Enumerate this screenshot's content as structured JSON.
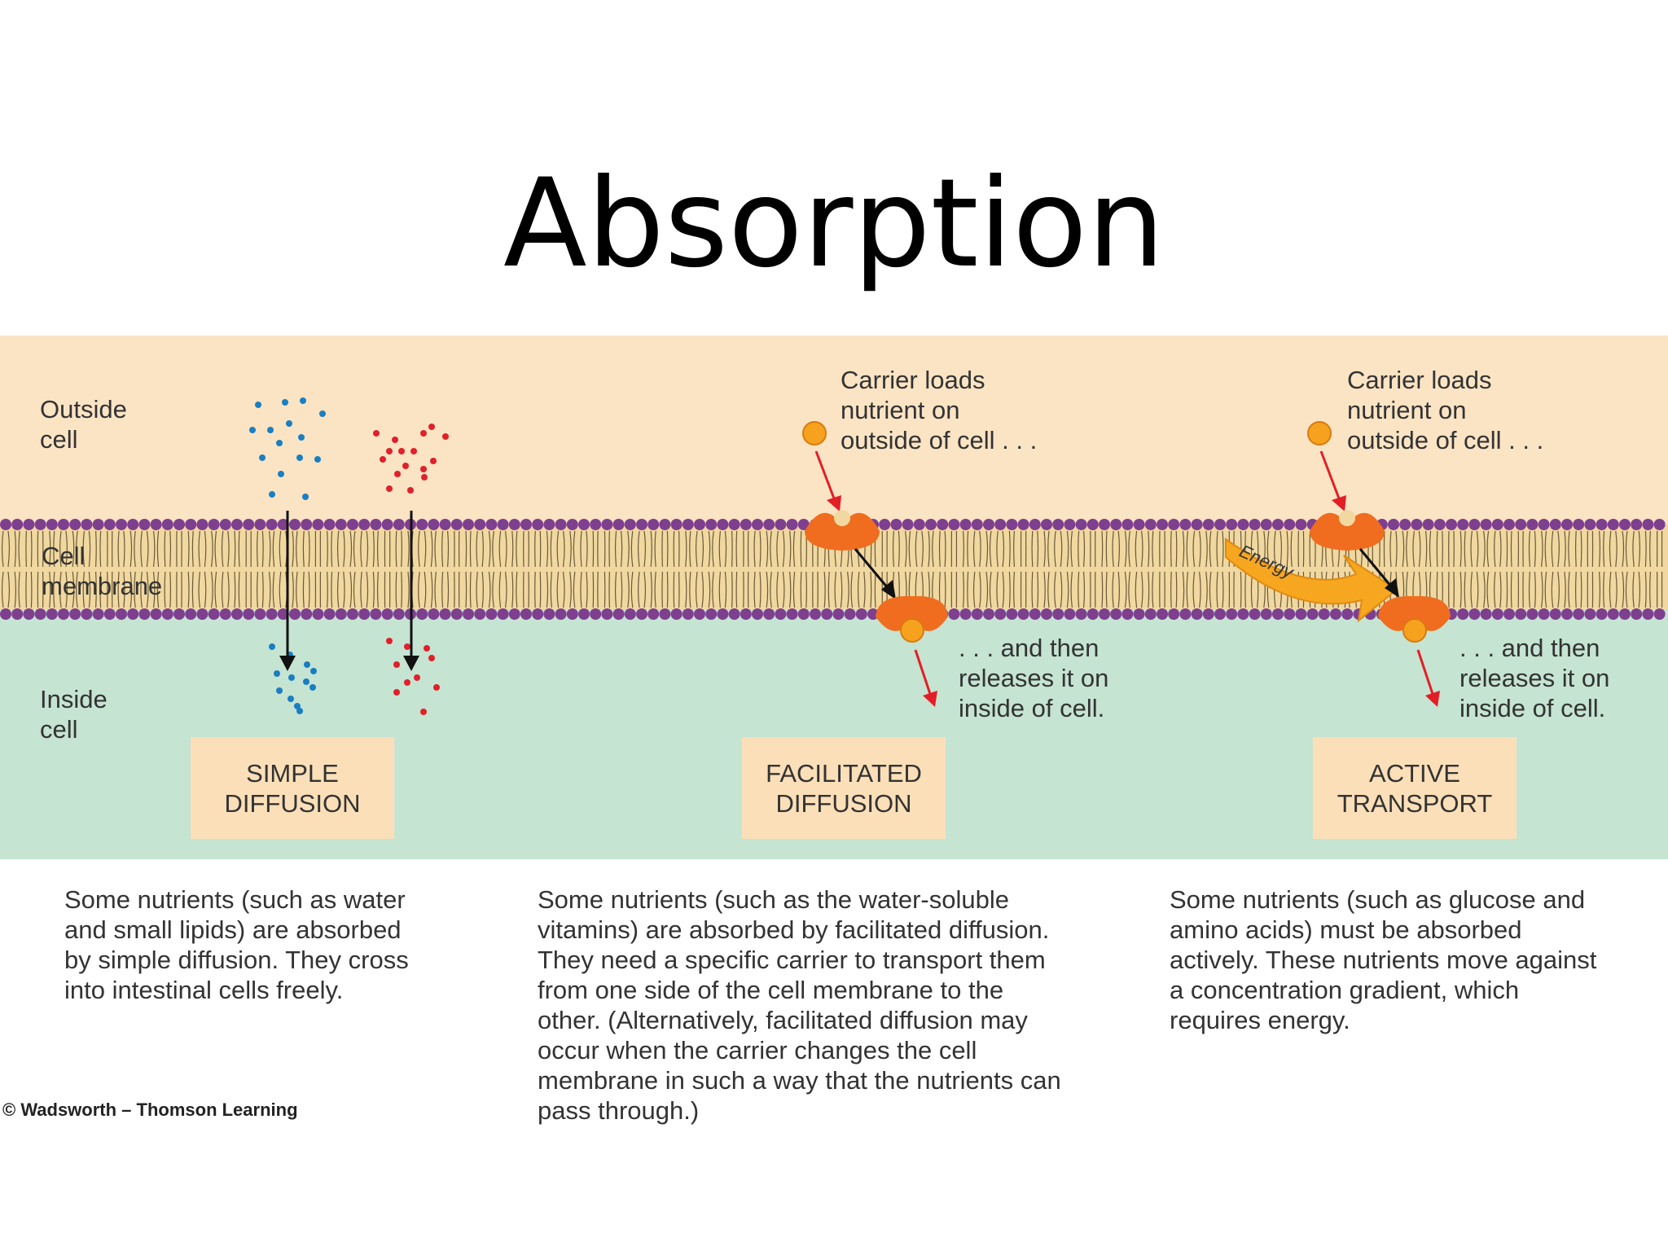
{
  "title": "Absorption",
  "labels": {
    "outside_cell": [
      "Outside",
      "cell"
    ],
    "cell_membrane": [
      "Cell",
      "membrane"
    ],
    "inside_cell": [
      "Inside",
      "cell"
    ],
    "carrier_loads_1": [
      "Carrier loads",
      "nutrient on",
      "outside of cell . . ."
    ],
    "releases_1": [
      ". . . and then",
      "releases it on",
      "inside of cell."
    ],
    "carrier_loads_2": [
      "Carrier loads",
      "nutrient on",
      "outside of cell . . ."
    ],
    "releases_2": [
      ". . . and then",
      "releases it on",
      "inside of cell."
    ],
    "energy": "Energy"
  },
  "boxes": {
    "simple": [
      "SIMPLE",
      "DIFFUSION"
    ],
    "facilitated": [
      "FACILITATED",
      "DIFFUSION"
    ],
    "active": [
      "ACTIVE",
      "TRANSPORT"
    ]
  },
  "descriptions": {
    "simple": [
      "Some nutrients (such as water",
      "and small lipids) are absorbed",
      "by simple diffusion. They cross",
      "into intestinal cells freely."
    ],
    "facilitated": [
      "Some nutrients (such as the water-soluble",
      "vitamins) are absorbed by facilitated diffusion.",
      "They need a specific carrier to transport them",
      "from one side of the cell membrane to the",
      "other. (Alternatively, facilitated diffusion may",
      "occur when the carrier changes the cell",
      "membrane in such a way that the nutrients can",
      "pass through.)"
    ],
    "active": [
      "Some nutrients (such as glucose and",
      "amino acids) must be absorbed",
      "actively. These nutrients move against",
      "a concentration gradient, which",
      "requires energy."
    ]
  },
  "copyright": "© Wadsworth – Thomson Learning",
  "colors": {
    "outside": "#fbe4c4",
    "membrane": "#f0d8a0",
    "inside": "#c5e4d2",
    "head": "#7f3f8f",
    "carrier": "#f06d1f",
    "nutrient": "#f7a21e",
    "blue_dot": "#1a7ec2",
    "red_dot": "#e0202a",
    "red_arrow": "#e21f26",
    "energy": "#f7a620"
  }
}
